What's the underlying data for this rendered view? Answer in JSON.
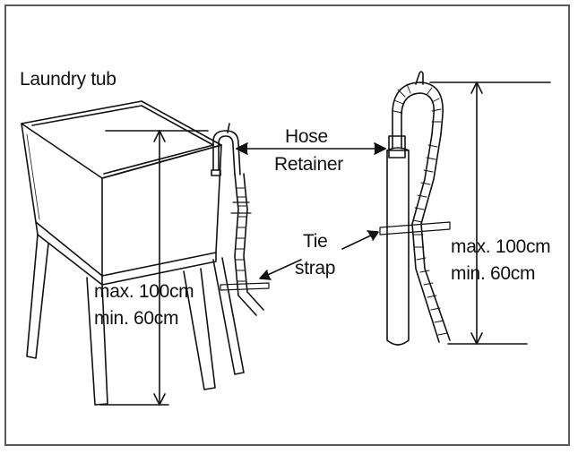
{
  "labels": {
    "laundry_tub": "Laundry tub",
    "hose_line1": "Hose",
    "hose_line2": "Retainer",
    "tie_line1": "Tie",
    "tie_line2": "strap",
    "left_max": "max. 100cm",
    "left_min": "min. 60cm",
    "right_max": "max. 100cm",
    "right_min": "min. 60cm"
  },
  "colors": {
    "line": "#111111",
    "frame": "#5a5a5a",
    "background": "#ffffff"
  }
}
